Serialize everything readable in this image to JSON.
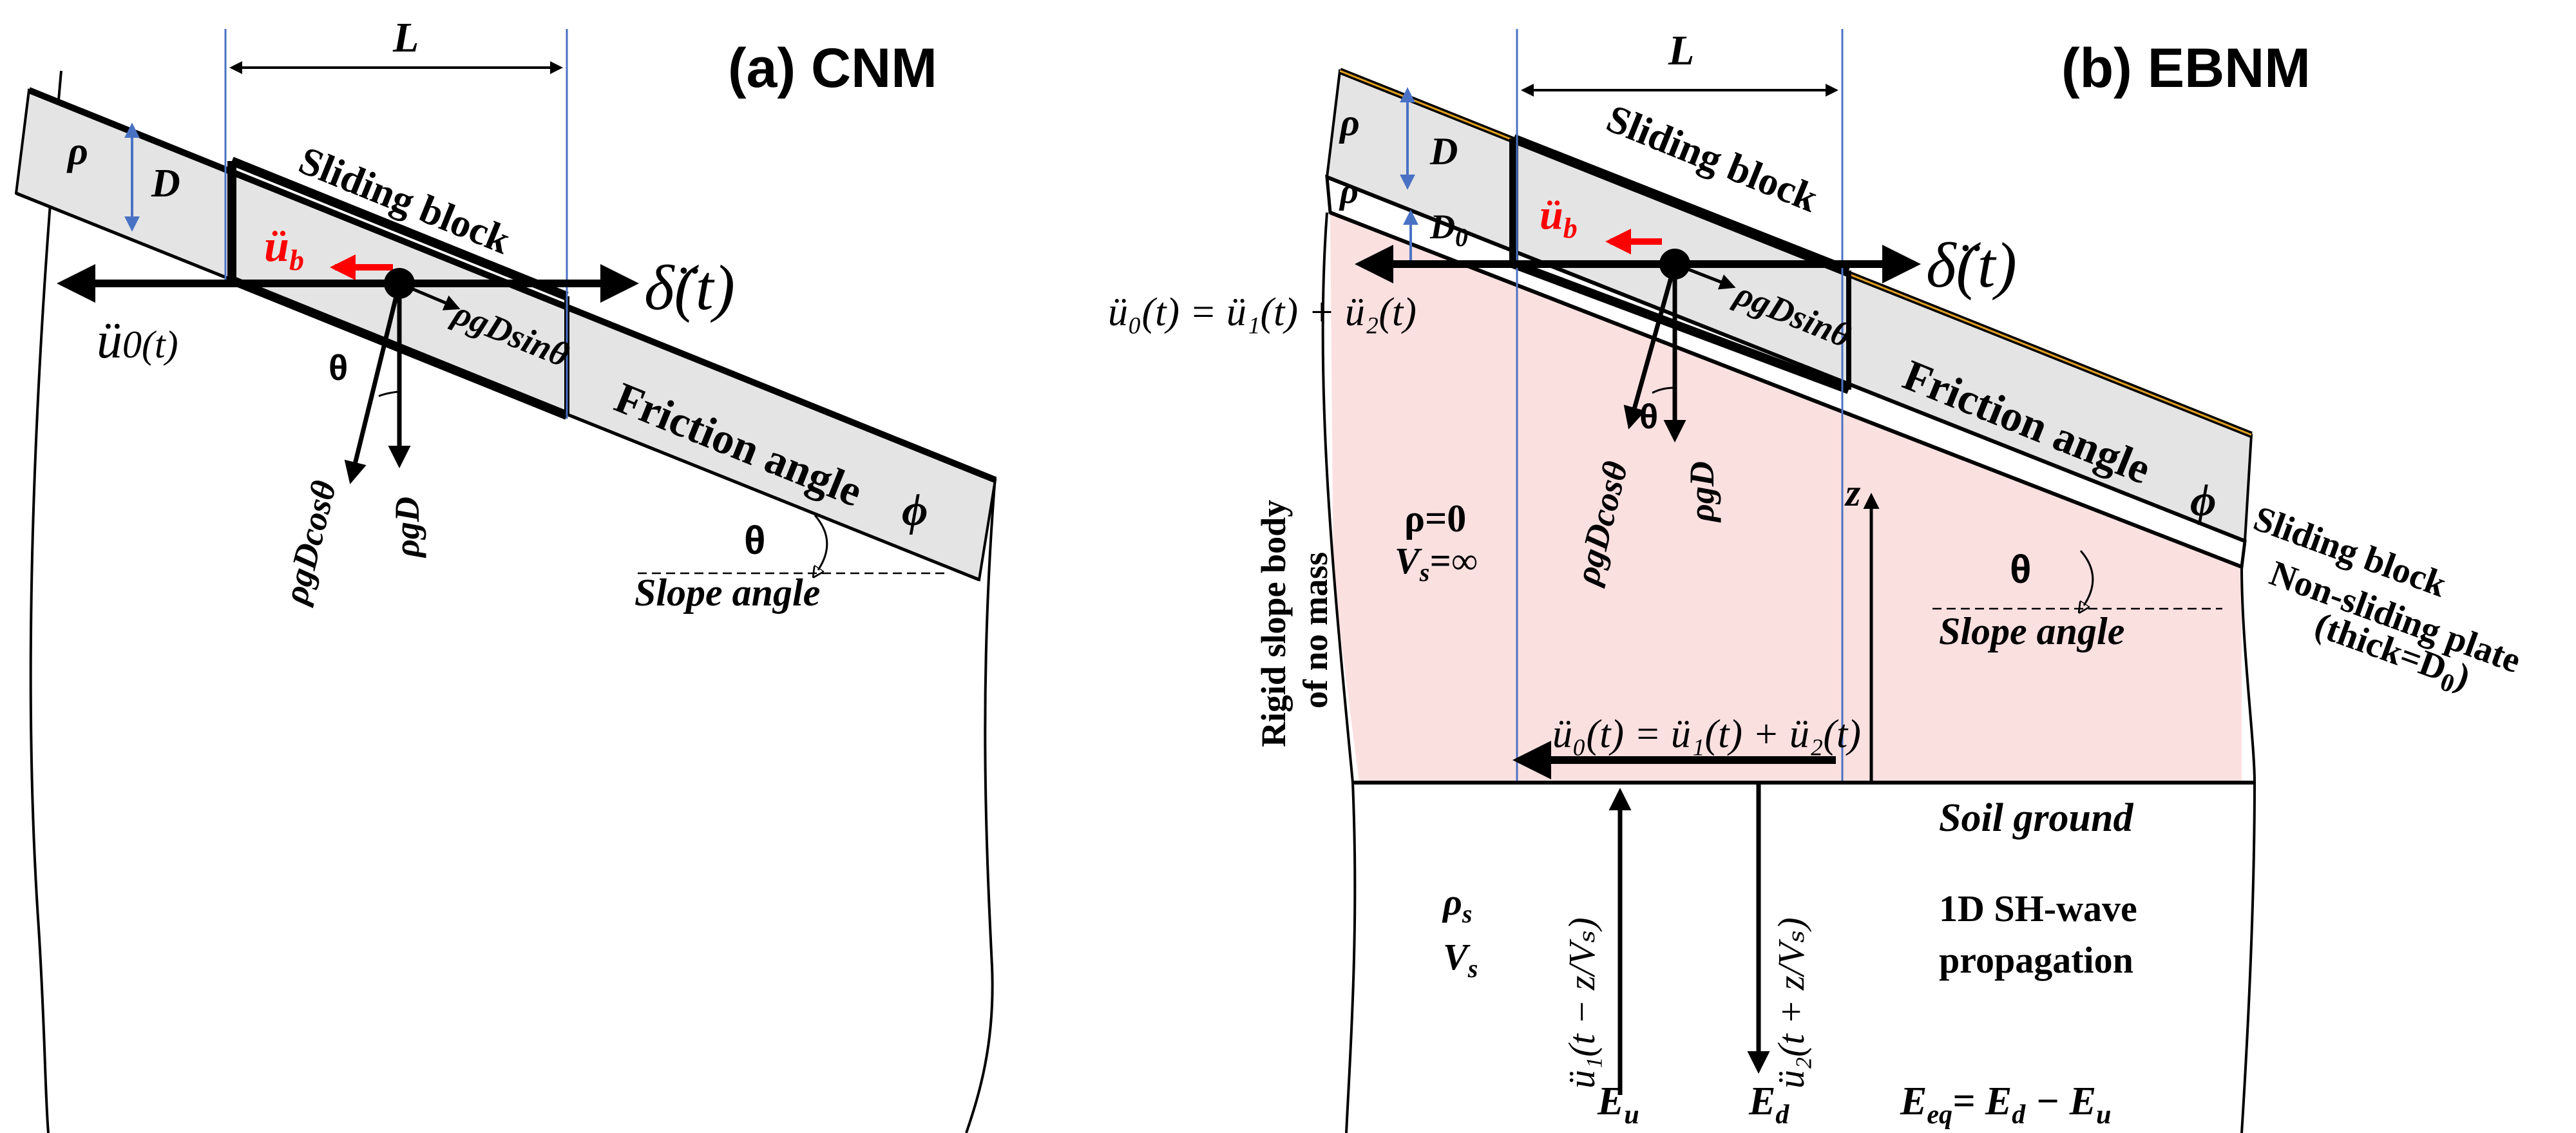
{
  "panel_a": {
    "title": "(a) CNM",
    "length_label": "L",
    "density_label": "ρ",
    "depth_label": "D",
    "block_label": "Sliding block",
    "block_accel_label": "ü",
    "block_accel_sub": "b",
    "slip_disp_label": "δ̈(t)",
    "ground_accel_label": "ü",
    "ground_accel_arg": "0(t)",
    "theta_label": "θ",
    "tangential_force_label": "ρgDsinθ",
    "normal_force_label": "ρgDcosθ",
    "weight_label": "ρgD",
    "friction_label": "Friction angle",
    "friction_symbol": "ϕ",
    "slope_theta_label": "θ",
    "slope_angle_label": "Slope angle"
  },
  "panel_b": {
    "title": "(b) EBNM",
    "length_label": "L",
    "density_label": "ρ",
    "depth_label": "D",
    "plate_density_label": "ρ",
    "plate_depth_label": "D",
    "plate_depth_sub": "0",
    "block_label": "Sliding block",
    "block_accel_label": "ü",
    "block_accel_sub": "b",
    "slip_disp_label": "δ̈(t)",
    "top_accel_label": "ü₀(t) = ü₁(t) + ü₂(t)",
    "theta_label": "θ",
    "tangential_force_label": "ρgDsinθ",
    "normal_force_label": "ρgDcosθ",
    "weight_label": "ρgD",
    "friction_label": "Friction angle",
    "friction_symbol": "ϕ",
    "slope_theta_label": "θ",
    "slope_angle_label": "Slope angle",
    "rigid_body_line1": "Rigid slope body",
    "rigid_body_line2": "of no mass",
    "body_density": "ρ=0",
    "body_vs": "V",
    "body_vs_sub": "s",
    "body_vs_val": "=∞",
    "z_label": "z",
    "base_accel_label": "ü₀(t) = ü₁(t) + ü₂(t)",
    "right_block_label": "Sliding block",
    "plate_label_line1": "Non-sliding plate",
    "plate_label_line2": "(thick=D",
    "plate_label_sub": "0",
    "plate_label_close": ")",
    "soil_label": "Soil ground",
    "soil_density": "ρ",
    "soil_density_sub": "s",
    "soil_vs": "V",
    "soil_vs_sub": "s",
    "up_wave_label": "ü₁(t − z/Vₛ)",
    "down_wave_label": "ü₂(t + z/Vₛ)",
    "wave_line1": "1D SH-wave",
    "wave_line2": "propagation",
    "eu": "E",
    "eu_sub": "u",
    "ed": "E",
    "ed_sub": "d",
    "eeq": "E",
    "eeq_sub": "eq",
    "eeq_rhs": "= E",
    "eeq_rhs_sub1": "d",
    "eeq_minus": " − E",
    "eeq_rhs_sub2": "u"
  },
  "colors": {
    "block_fill": "#e4e4e4",
    "body_fill": "#fbe0e0",
    "guide_line": "#4a72c4",
    "accent_red": "#ff0000",
    "plate_edge": "#e0a020"
  }
}
